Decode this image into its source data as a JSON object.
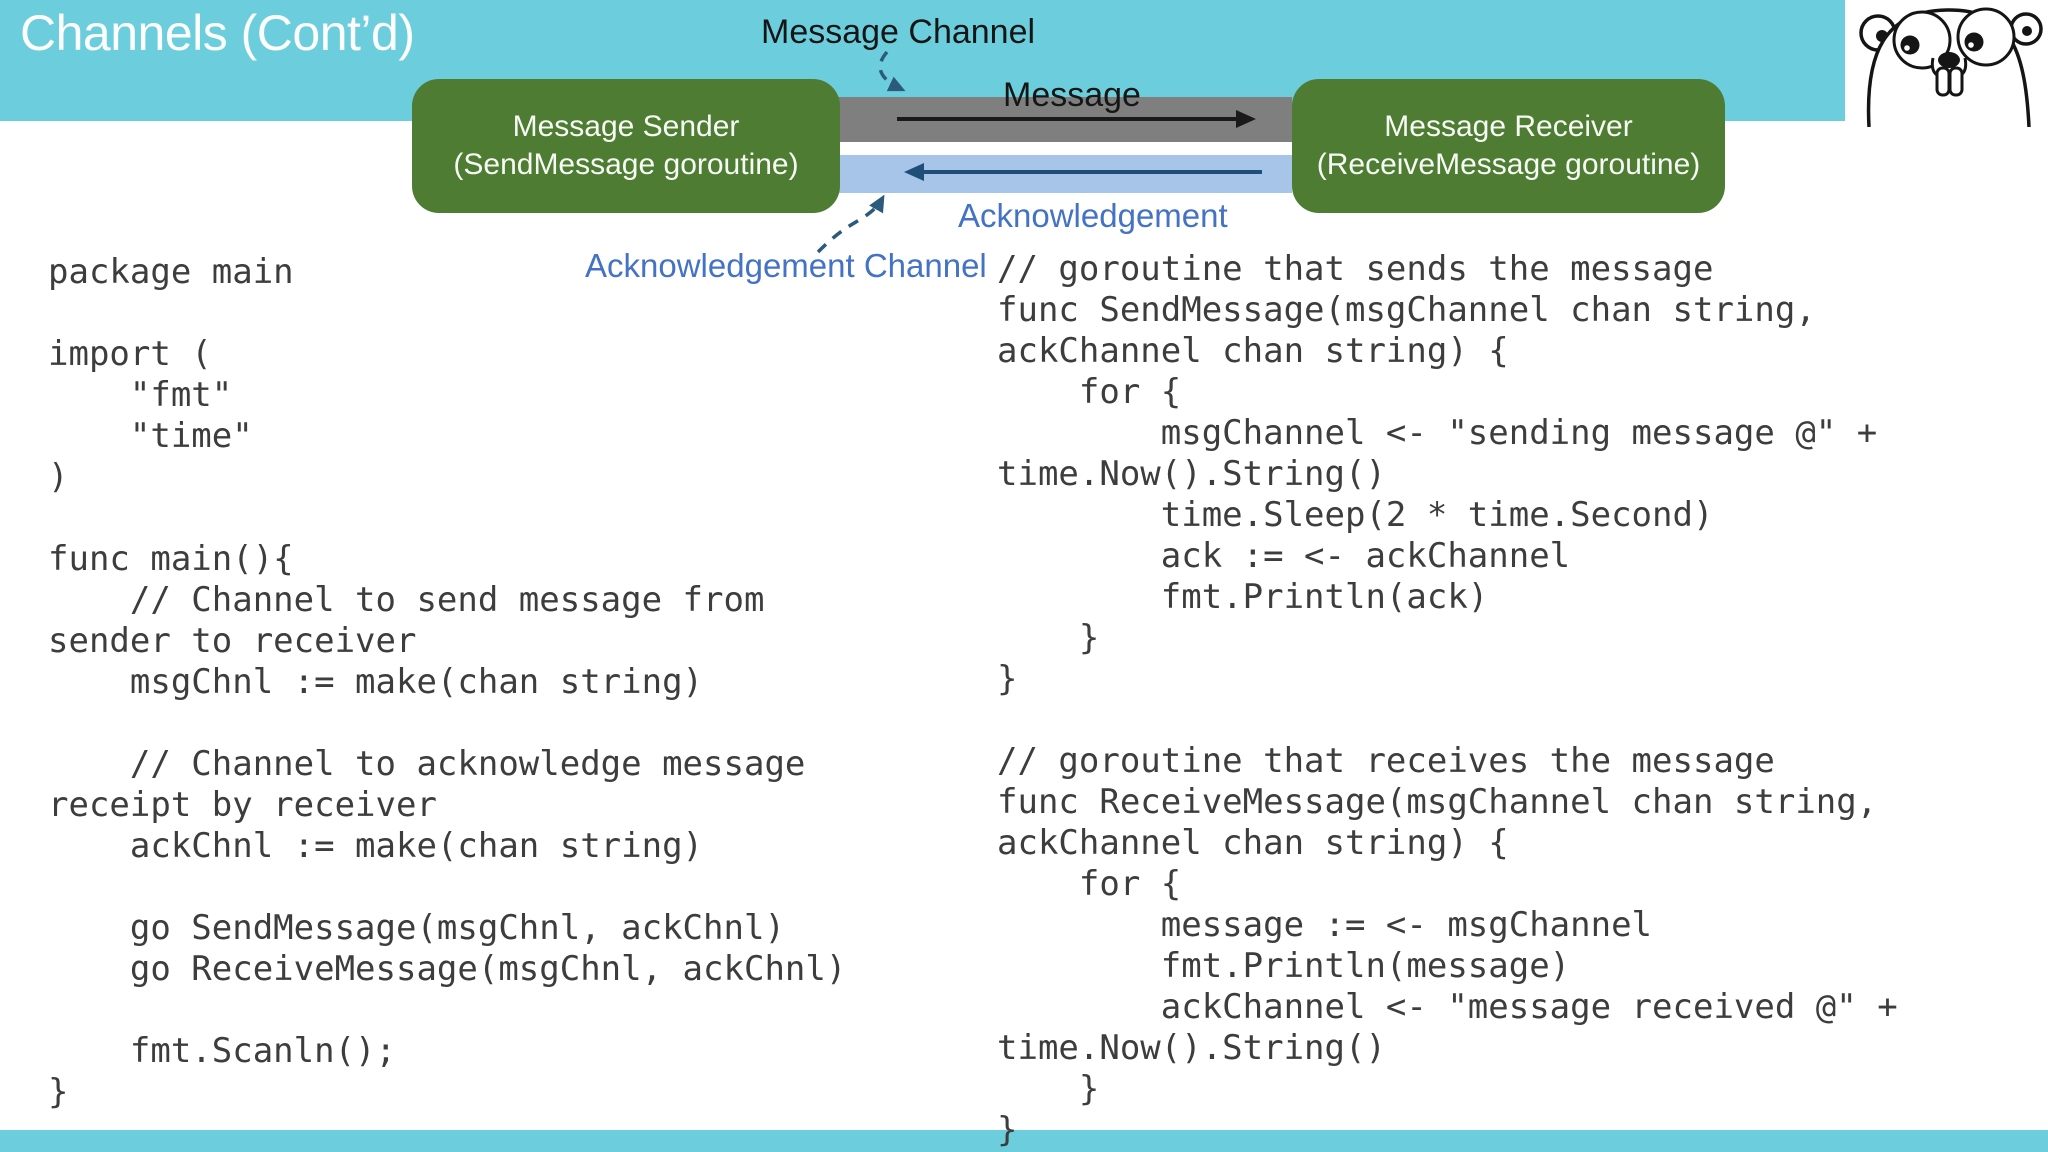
{
  "slide": {
    "title": "Channels (Cont’d)"
  },
  "diagram": {
    "sender_box": {
      "line1": "Message Sender",
      "line2": "(SendMessage goroutine)"
    },
    "receiver_box": {
      "line1": "Message Receiver",
      "line2": "(ReceiveMessage goroutine)"
    },
    "labels": {
      "message_channel": "Message Channel",
      "message": "Message",
      "acknowledgement": "Acknowledgement",
      "acknowledgement_channel": "Acknowledgement Channel"
    },
    "colors": {
      "header_teal": "#6ccedd",
      "actor_green": "#4d7c32",
      "message_bar_gray": "#7f7f7f",
      "ack_bar_blue": "#a6c5e8",
      "message_arrow_black": "#1a1a1a",
      "ack_arrow_navy": "#1f4e79",
      "label_blue": "#4472c4",
      "dashed_pointer_navy": "#2b5a7d"
    }
  },
  "code_left": {
    "lines": [
      "package main",
      "",
      "import (",
      "    \"fmt\"",
      "    \"time\"",
      ")",
      "",
      "func main(){",
      "    // Channel to send message from",
      "sender to receiver",
      "    msgChnl := make(chan string)",
      "",
      "    // Channel to acknowledge message",
      "receipt by receiver",
      "    ackChnl := make(chan string)",
      "",
      "    go SendMessage(msgChnl, ackChnl)",
      "    go ReceiveMessage(msgChnl, ackChnl)",
      "",
      "    fmt.Scanln();",
      "}"
    ]
  },
  "code_right": {
    "lines": [
      "// goroutine that sends the message",
      "func SendMessage(msgChannel chan string,",
      "ackChannel chan string) {",
      "    for {",
      "        msgChannel <- \"sending message @\" +",
      "time.Now().String()",
      "        time.Sleep(2 * time.Second)",
      "        ack := <- ackChannel",
      "        fmt.Println(ack)",
      "    }",
      "}",
      "",
      "// goroutine that receives the message",
      "func ReceiveMessage(msgChannel chan string,",
      "ackChannel chan string) {",
      "    for {",
      "        message := <- msgChannel",
      "        fmt.Println(message)",
      "        ackChannel <- \"message received @\" +",
      "time.Now().String()",
      "    }",
      "}"
    ]
  }
}
